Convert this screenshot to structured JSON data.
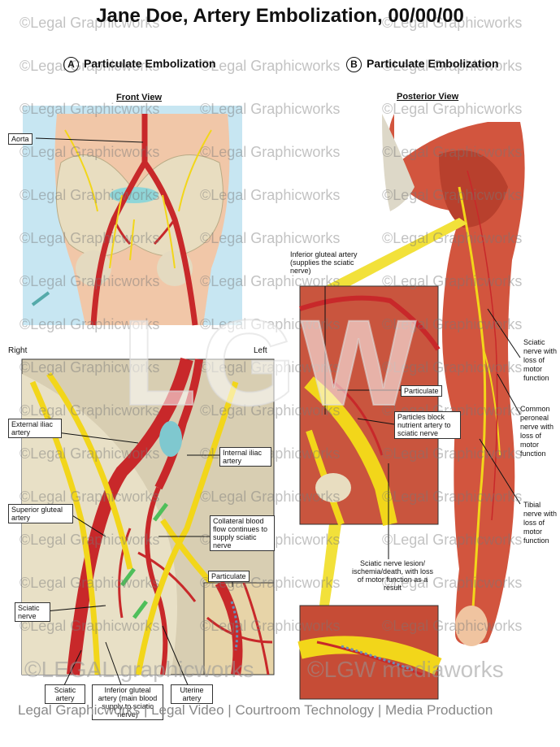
{
  "title": "Jane Doe, Artery Embolization, 00/00/00",
  "panels": [
    {
      "letter": "A",
      "heading": "Particulate Embolization",
      "view": "Front View"
    },
    {
      "letter": "B",
      "heading": "Particulate Embolization",
      "view": "Posterior View"
    }
  ],
  "orientation": {
    "right": "Right",
    "left": "Left"
  },
  "watermark": "©Legal Graphicworks",
  "center_watermark": "LGW",
  "labels_a": {
    "aorta": "Aorta",
    "external_iliac": "External iliac artery",
    "internal_iliac": "Internal iliac artery",
    "superior_gluteal": "Superior gluteal artery",
    "collateral": "Collateral blood flow continues to supply sciatic nerve",
    "particulate": "Particulate",
    "sciatic_nerve": "Sciatic nerve",
    "sciatic_artery": "Sciatic artery",
    "inferior_gluteal": "Inferior gluteal artery (main blood supply to sciatic nerve)",
    "uterine": "Uterine artery"
  },
  "labels_b": {
    "inferior_gluteal": "Inferior gluteal artery (supplies the sciatic nerve)",
    "particulate": "Particulate",
    "particles_block": "Particles block nutrient artery to sciatic nerve",
    "lesion": "Sciatic nerve lesion/ ischemia/death, with loss of motor function as a result",
    "sciatic_loss": "Sciatic nerve with loss of motor function",
    "peroneal_loss": "Common peroneal nerve with loss of motor function",
    "tibial_loss": "Tibial nerve with loss of motor function"
  },
  "bottom_watermarks": {
    "left": "©LEGAL graphicworks",
    "right": "©LGW mediaworks"
  },
  "footer": "Legal Graphicworks | Legal Video | Courtroom Technology | Media Production",
  "colors": {
    "artery": "#c8282a",
    "nerve": "#f2d61a",
    "muscle": "#c44a34",
    "bone": "#e8ddc0"
  }
}
